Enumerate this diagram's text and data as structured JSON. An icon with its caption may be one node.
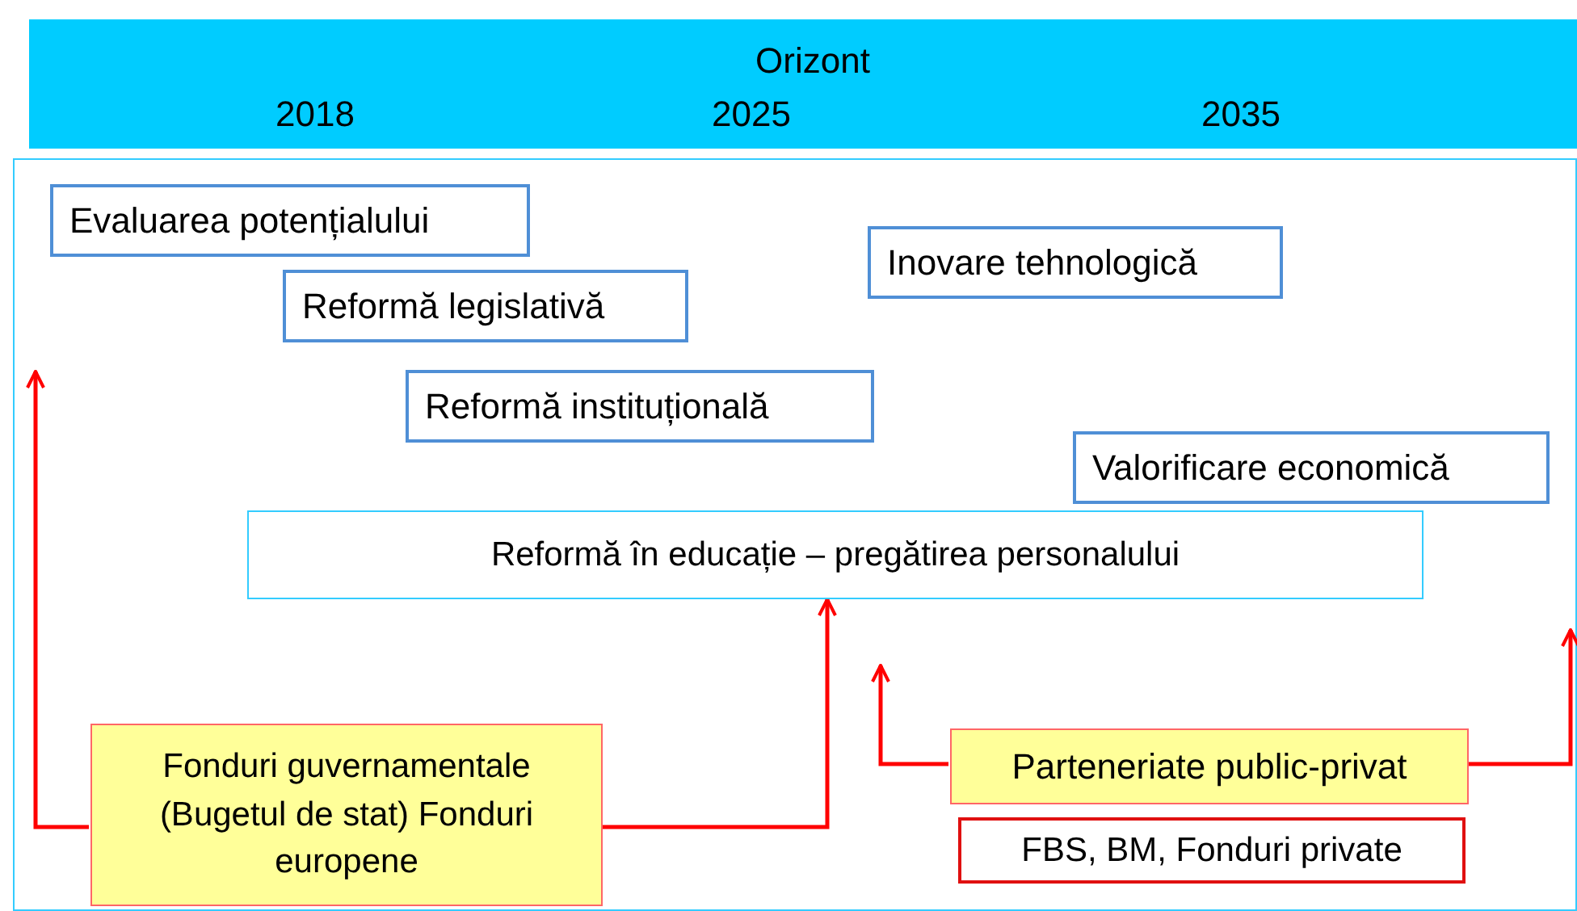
{
  "diagram": {
    "nodes": [
      {
        "text": [
          "Orizont",
          "2018",
          "2025",
          "2035"
        ]
      },
      {
        "text": [],
        "shape": "box"
      },
      {
        "text": [
          "Evaluarea potențialului"
        ],
        "in": 1
      },
      {
        "text": [
          "Inovare tehnologică"
        ],
        "in": 1
      },
      {
        "text": [
          "Reformă legislativă"
        ],
        "in": 1
      },
      {
        "text": [
          "Reformă instituțională"
        ],
        "in": 1
      },
      {
        "text": [
          "Valorificare economică"
        ],
        "in": 1
      },
      {
        "text": [
          "Reformă în educație – pregătirea personalului"
        ],
        "in": 1
      },
      {
        "text": [
          "Fonduri guvernamentale (Bugetul de stat) Fonduri europene"
        ],
        "in": 1
      },
      {
        "text": [
          "Parteneriate public-privat"
        ],
        "in": 1
      },
      {
        "text": [
          "FBS, BM, Fonduri private"
        ],
        "in": 1
      }
    ],
    "edges": [
      {
        "from": 8,
        "to": null,
        "arrow": "to"
      },
      {
        "from": 8,
        "to": 7,
        "arrow": "to"
      },
      {
        "from": 9,
        "to": null,
        "arrow": "to"
      },
      {
        "from": 9,
        "to": null,
        "arrow": "to"
      }
    ]
  }
}
